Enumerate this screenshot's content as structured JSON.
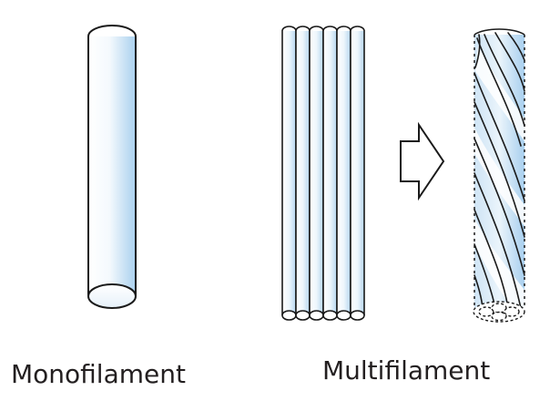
{
  "labels": {
    "monofilament": "Monofilament",
    "multifilament": "Multifilament"
  },
  "colors": {
    "outline": "#1a1a1a",
    "fill_light": "#ffffff",
    "fill_blue": "#bcd9ef",
    "fill_blue_dark": "#9cc6e6"
  },
  "panels": {
    "monofilament": {
      "icon": "single-cylinder"
    },
    "multifilament": {
      "icons": [
        "parallel-strands",
        "right-arrow-outline",
        "twisted-strands"
      ],
      "strand_count": 6
    }
  }
}
